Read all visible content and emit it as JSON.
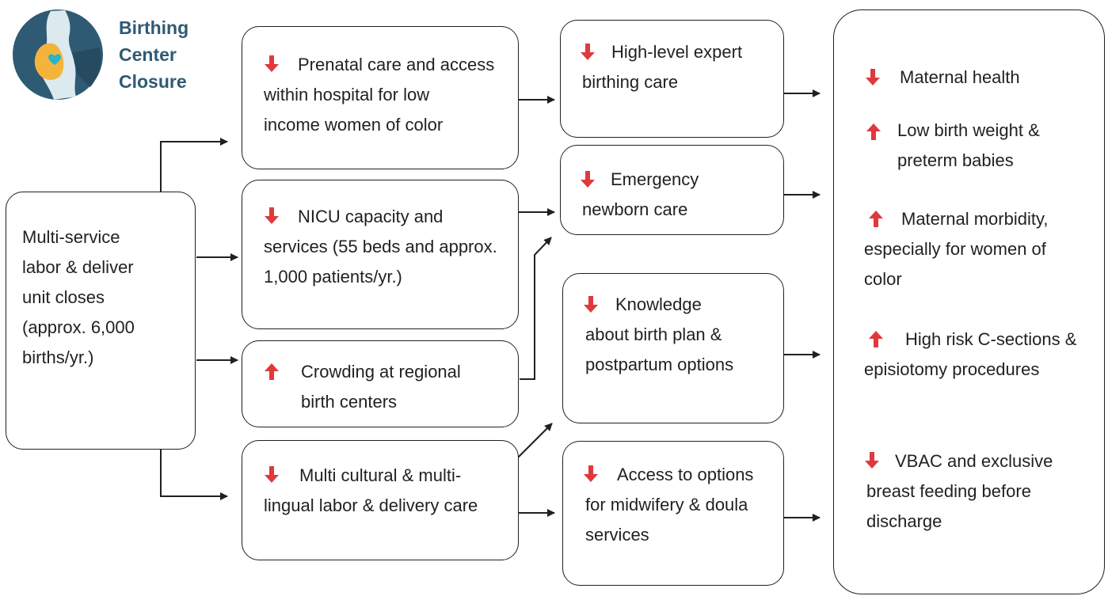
{
  "header": {
    "title_lines": [
      "Birthing",
      "Center",
      "Closure"
    ],
    "logo_icon": "pregnant-silhouette-heart-icon",
    "title_color": "#2f5a73"
  },
  "colors": {
    "down_arrow": "#e0393b",
    "up_arrow": "#e0393b",
    "stroke": "#231f20"
  },
  "source": {
    "lines": [
      "Multi-service",
      "labor & deliver",
      "unit closes",
      "(approx. 6,000",
      "births/yr.)"
    ]
  },
  "stage1": [
    {
      "id": "prenatal",
      "direction": "down",
      "lines": [
        "Prenatal care and access",
        "within hospital for low",
        "income women of color"
      ]
    },
    {
      "id": "nicu",
      "direction": "down",
      "lines": [
        "NICU capacity and",
        "services (55 beds and approx.",
        "1,000 patients/yr.)"
      ]
    },
    {
      "id": "crowding",
      "direction": "up",
      "lines": [
        "Crowding at regional",
        "birth centers"
      ]
    },
    {
      "id": "multicultural",
      "direction": "down",
      "lines": [
        "Multi cultural & multi-",
        "lingual labor & delivery care"
      ]
    }
  ],
  "stage2": [
    {
      "id": "expert",
      "direction": "down",
      "lines": [
        "High-level expert",
        "birthing care"
      ]
    },
    {
      "id": "emergency",
      "direction": "down",
      "lines": [
        "Emergency",
        "newborn care"
      ]
    },
    {
      "id": "knowledge",
      "direction": "down",
      "lines": [
        "Knowledge",
        "about birth plan &",
        "postpartum options"
      ]
    },
    {
      "id": "access",
      "direction": "down",
      "lines": [
        "Access to options",
        "for midwifery & doula",
        "services"
      ]
    }
  ],
  "outcomes": [
    {
      "id": "maternal-health",
      "direction": "down",
      "lines": [
        "Maternal health"
      ]
    },
    {
      "id": "low-birth-weight",
      "direction": "up",
      "lines": [
        "Low birth weight &",
        "preterm babies"
      ]
    },
    {
      "id": "maternal-morbidity",
      "direction": "up",
      "lines": [
        "Maternal morbidity,",
        "especially for women of",
        "color"
      ]
    },
    {
      "id": "c-sections",
      "direction": "up",
      "lines": [
        "High risk C-sections &",
        "episiotomy procedures"
      ]
    },
    {
      "id": "vbac",
      "direction": "down",
      "lines": [
        "VBAC and exclusive",
        "breast feeding before",
        "discharge"
      ]
    }
  ]
}
